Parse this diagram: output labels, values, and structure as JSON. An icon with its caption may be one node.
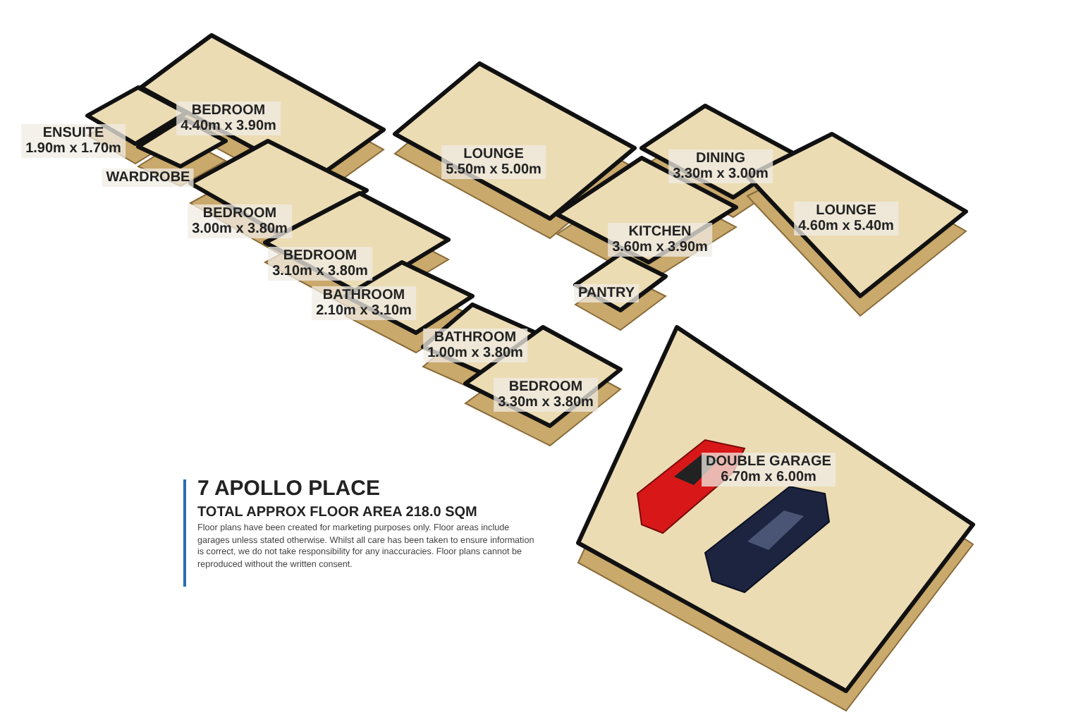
{
  "diagram": {
    "title": "7 APOLLO PLACE",
    "nodes": [
      {
        "text": [
          "BEDROOM",
          "4.40m x 3.90m"
        ]
      },
      {
        "text": [
          "ENSUITE",
          "1.90m x 1.70m"
        ]
      },
      {
        "text": [
          "WARDROBE"
        ]
      },
      {
        "text": [
          "BEDROOM",
          "3.00m x 3.80m"
        ]
      },
      {
        "text": [
          "BEDROOM",
          "3.10m x 3.80m"
        ]
      },
      {
        "text": [
          "BATHROOM",
          "2.10m x 3.10m"
        ]
      },
      {
        "text": [
          "LOUNGE",
          "5.50m x 5.00m"
        ]
      },
      {
        "text": [
          "DINING",
          "3.30m x 3.00m"
        ]
      },
      {
        "text": [
          "KITCHEN",
          "3.60m x 3.90m"
        ]
      },
      {
        "text": [
          "LOUNGE",
          "4.60m x 5.40m"
        ]
      },
      {
        "text": [
          "PANTRY"
        ]
      },
      {
        "text": [
          "BATHROOM",
          "1.00m x 3.80m"
        ]
      },
      {
        "text": [
          "BEDROOM",
          "3.30m x 3.80m"
        ]
      },
      {
        "text": [
          "DOUBLE GARAGE",
          "6.70m x 6.00m"
        ]
      }
    ],
    "labels": [
      "TOTAL APPROX FLOOR AREA 218.0 SQM",
      "Floor plans have been created for marketing purposes only. Floor areas include garages unless stated otherwise. Whilst all care has been taken to ensure information is correct, we do not take responsibility for any inaccuracies. Floor plans cannot be reproduced without the written consent."
    ]
  }
}
